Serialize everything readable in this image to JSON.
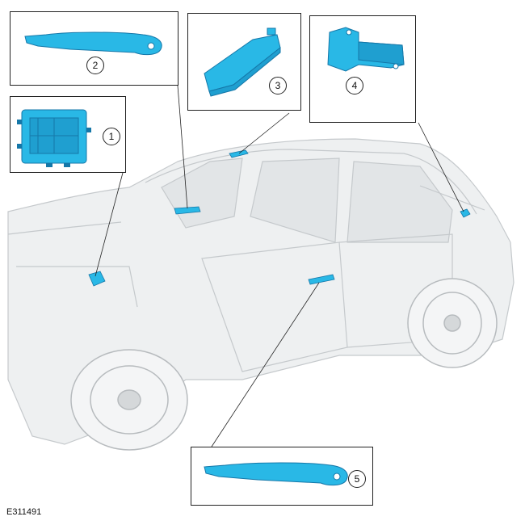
{
  "figure_id": "E311491",
  "callouts": [
    {
      "number": "1",
      "part_icon": "control-module-icon"
    },
    {
      "number": "2",
      "part_icon": "door-handle-icon"
    },
    {
      "number": "3",
      "part_icon": "antenna-module-icon"
    },
    {
      "number": "4",
      "part_icon": "bracket-module-icon"
    },
    {
      "number": "5",
      "part_icon": "door-handle-icon"
    }
  ],
  "colors": {
    "part_highlight": "#29b8e6",
    "part_dark": "#1577a8",
    "vehicle_ghost": "#bfc3c6",
    "frame": "#222222"
  }
}
